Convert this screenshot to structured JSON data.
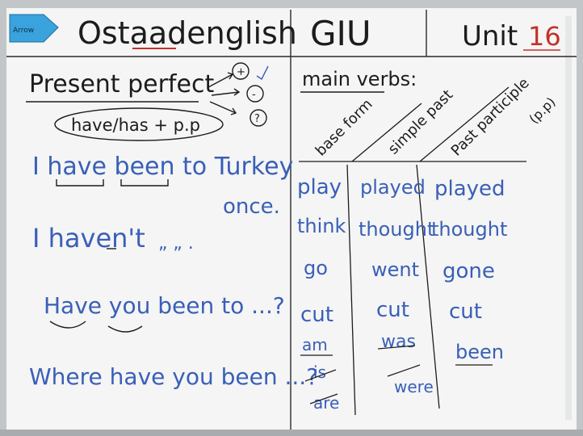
{
  "colors": {
    "board": "#f4f5f4",
    "frame": "#b9bcbe",
    "black_ink": "#1c1c1c",
    "blue_ink": "#3a5fb8",
    "red_ink": "#c4302b",
    "tab": "#3aa2dc"
  },
  "sticker": {
    "label": "Arrow"
  },
  "header": {
    "title": "Ostaadenglish",
    "school": "GIU",
    "unit_label": "Unit",
    "unit_number": "16"
  },
  "left_panel": {
    "topic": "Present perfect",
    "symbols": [
      "+",
      "-",
      "?"
    ],
    "formula": "have/has + p.p",
    "lines": [
      "I have been to Turkey",
      "once.",
      "I haven't",
      "Have you been to ...?",
      "Where have you been ...?"
    ],
    "ditto": "„ „ ."
  },
  "right_panel": {
    "heading": "main verbs:",
    "columns": [
      "base form",
      "simple past",
      "Past participle",
      "(p.p)"
    ],
    "verbs": [
      [
        "play",
        "played",
        "played"
      ],
      [
        "think",
        "thought",
        "thought"
      ],
      [
        "go",
        "went",
        "gone"
      ],
      [
        "cut",
        "cut",
        "cut"
      ]
    ],
    "be_base": [
      "am",
      "is",
      "are"
    ],
    "be_past": [
      "was",
      "were"
    ],
    "be_pp": "been"
  }
}
